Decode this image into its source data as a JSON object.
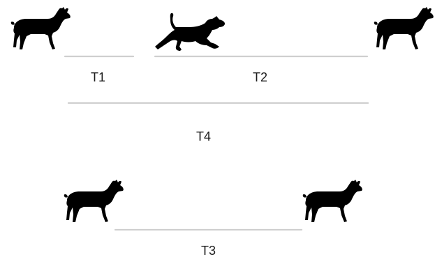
{
  "labels": {
    "t1": "T1",
    "t2": "T2",
    "t3": "T3",
    "t4": "T4"
  },
  "icons": {
    "deer": "deer-silhouette-icon",
    "dog": "running-dog-silhouette-icon"
  },
  "colors": {
    "silhouette": "#000000",
    "line": "#cfcfcf",
    "text": "#1a1a1a"
  }
}
